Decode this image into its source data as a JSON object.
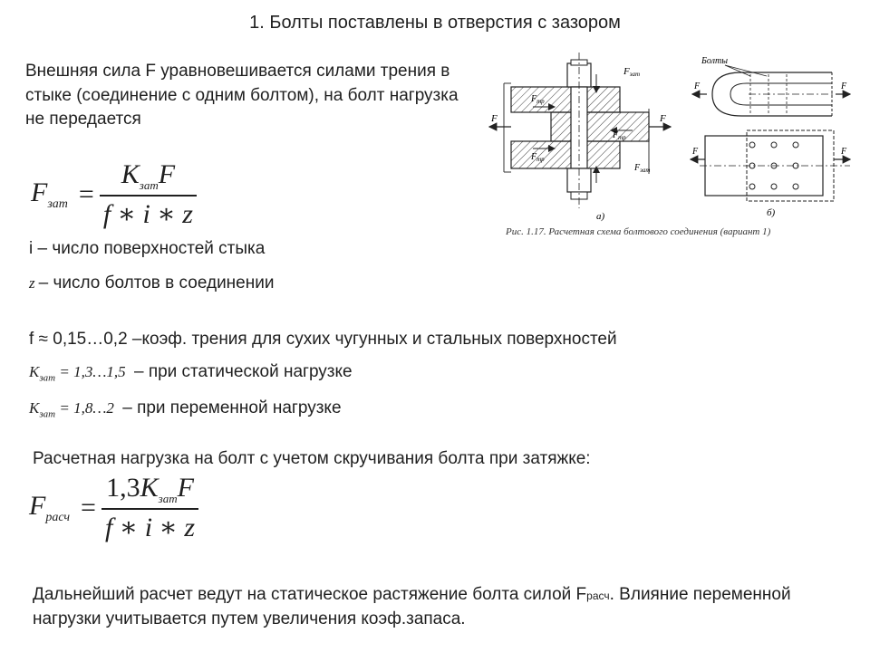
{
  "title": "1.   Болты поставлены в отверстия с зазором",
  "intro": "Внешняя сила F уравновешивается силами трения в стыке (соединение с одним болтом), на болт нагрузка не передается",
  "formula1": {
    "lhs": "F",
    "lhs_sub": "зат",
    "eq": "=",
    "num_k": "K",
    "num_k_sub": "зат",
    "num_f": "F",
    "den": "f ∗ i ∗ z"
  },
  "def_i": "i – число поверхностей стыка",
  "def_z_math": "z",
  "def_z": "– число болтов в соединении",
  "def_f": "f ≈ 0,15…0,2 –коэф. трения для сухих чугунных и стальных поверхностей",
  "k_static": {
    "k": "K",
    "sub": "зат",
    "value": "= 1,3…1,5",
    "text": "– при статической нагрузке"
  },
  "k_variable": {
    "k": "K",
    "sub": "зат",
    "value": "= 1,8…2",
    "text": "– при переменной нагрузке"
  },
  "calc_label": "Расчетная нагрузка на болт с учетом скручивания болта при затяжке:",
  "formula2": {
    "lhs": "F",
    "lhs_sub": "расч",
    "eq": "=",
    "num_coef": "1,3",
    "num_k": "K",
    "num_k_sub": "зат",
    "num_f": "F",
    "den": "f ∗ i ∗ z"
  },
  "bottom_text_1": "Дальнейший расчет ведут на статическое растяжение болта силой F",
  "bottom_sub": "расч",
  "bottom_text_2": ". Влияние переменной нагрузки учитывается путем увеличения коэф.запаса.",
  "figure": {
    "label_bolts": "Болты",
    "label_f_zat_top": "F",
    "label_f_zat_top_sub": "зат",
    "label_f_tr_1": "F",
    "label_f_tr_1_sub": "тр",
    "label_f_tr_2": "F",
    "label_f_tr_2_sub": "тр",
    "label_f_tr_3": "F",
    "label_f_tr_3_sub": "тр",
    "label_f_zat_bottom": "F",
    "label_f_zat_bottom_sub": "зат",
    "label_f_left": "F",
    "label_f_right": "F",
    "label_f_right_top": "F",
    "label_f_right_bottom": "F",
    "label_f_left_b1": "F",
    "label_f_left_b2": "F",
    "label_a": "а)",
    "label_b": "б)"
  },
  "caption": "Рис. 1.17. Расчетная схема болтового соединения (вариант 1)"
}
